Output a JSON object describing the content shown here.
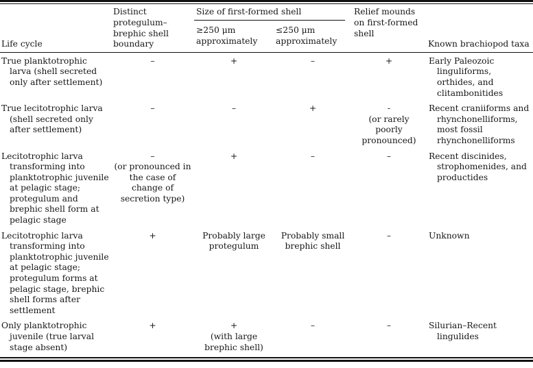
{
  "table": {
    "header": {
      "life_cycle": "Life cycle",
      "boundary": "Distinct protegulum–brephic shell boundary",
      "size_group": "Size of first-formed shell",
      "size_large": "≥250 μm approximately",
      "size_small": "≤250 μm approximately",
      "relief": "Relief mounds on first-formed shell",
      "taxa": "Known brachiopod taxa"
    },
    "rows": [
      {
        "life_cycle": "True planktotrophic larva (shell secreted only after settlement)",
        "boundary": {
          "value": "–"
        },
        "size_large": {
          "value": "+"
        },
        "size_small": {
          "value": "–"
        },
        "relief": {
          "value": "+"
        },
        "taxa": "Early Paleozoic linguliforms, orthides, and clitambonitides"
      },
      {
        "life_cycle": "True lecitotrophic larva (shell secreted only after settlement)",
        "boundary": {
          "value": "–"
        },
        "size_large": {
          "value": "–"
        },
        "size_small": {
          "value": "+"
        },
        "relief": {
          "value": "-",
          "note": "(or rarely poorly pronounced)"
        },
        "taxa": "Recent craniiforms and rhynchonelliforms, most fossil rhynchonelliforms"
      },
      {
        "life_cycle": "Lecitotrophic larva transforming into planktotrophic juvenile at pelagic stage; protegulum and brephic shell form at pelagic stage",
        "boundary": {
          "value": "–",
          "note": "(or pronounced in the case of change of secretion type)"
        },
        "size_large": {
          "value": "+"
        },
        "size_small": {
          "value": "–"
        },
        "relief": {
          "value": "–"
        },
        "taxa": "Recent discinides, strophomenides, and productides"
      },
      {
        "life_cycle": "Lecitotrophic larva transforming into planktotrophic juvenile at pelagic stage; protegulum forms at pelagic stage, brephic shell forms after settlement",
        "boundary": {
          "value": "+"
        },
        "size_large": {
          "value": "Probably large protegulum"
        },
        "size_small": {
          "value": "Probably small brephic shell"
        },
        "relief": {
          "value": "–"
        },
        "taxa": "Unknown"
      },
      {
        "life_cycle": "Only planktotrophic juvenile (true larval stage absent)",
        "boundary": {
          "value": "+"
        },
        "size_large": {
          "value": "+",
          "note": "(with large brephic shell)"
        },
        "size_small": {
          "value": "–"
        },
        "relief": {
          "value": "–"
        },
        "taxa": "Silurian–Recent lingulides"
      }
    ]
  }
}
